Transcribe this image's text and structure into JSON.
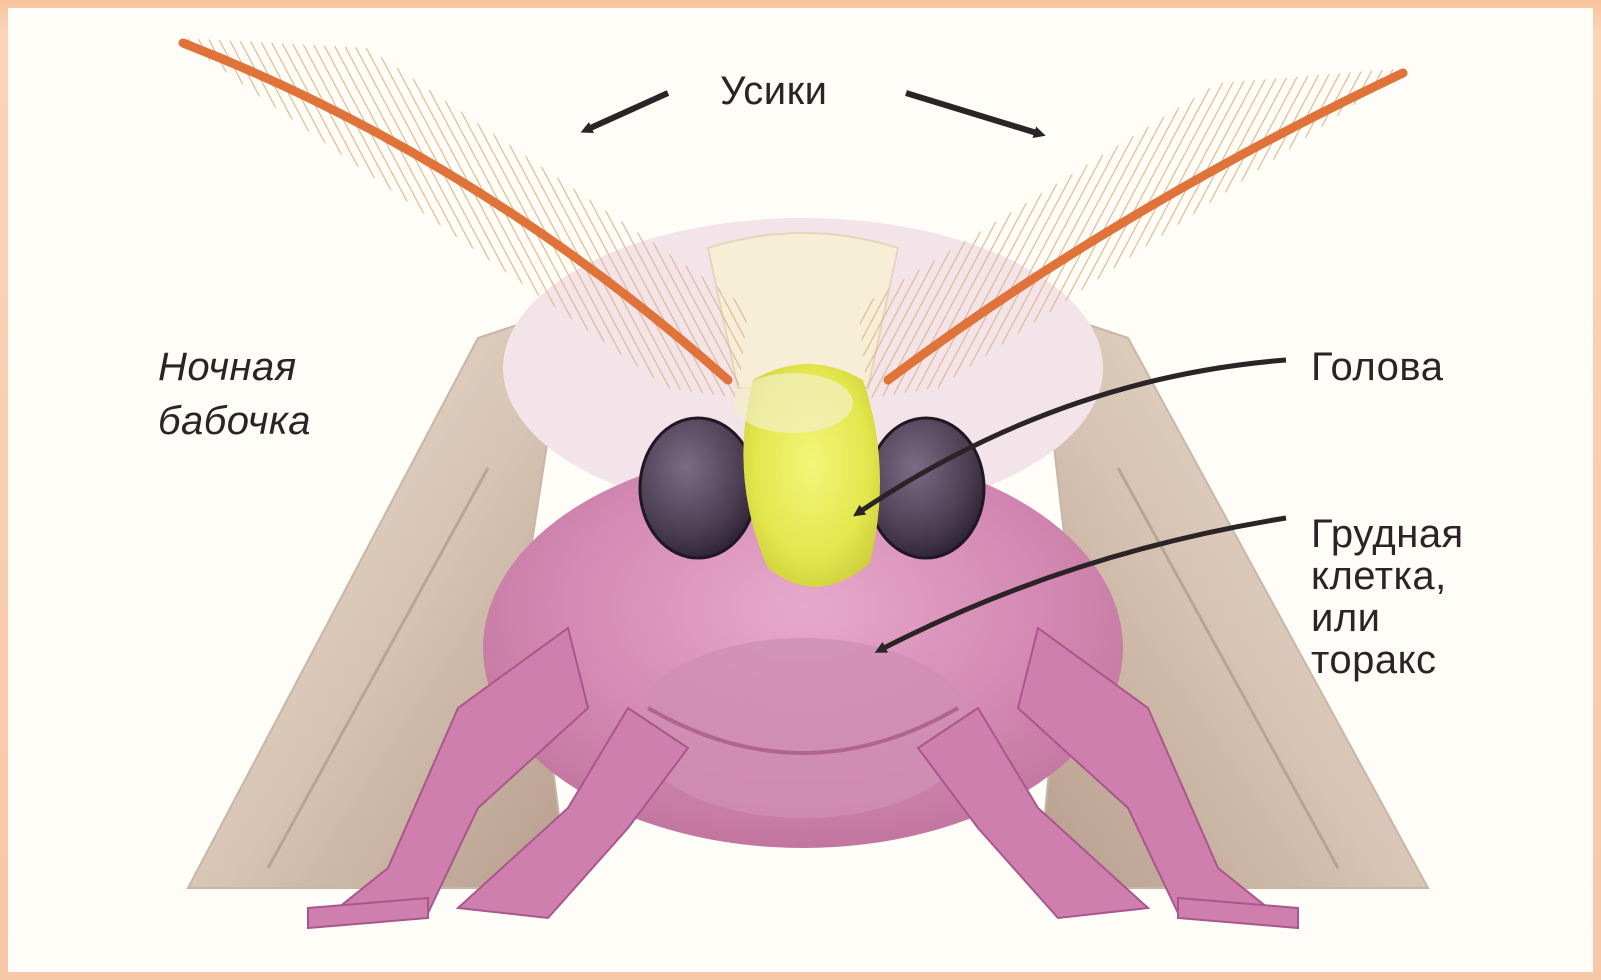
{
  "diagram": {
    "labels": {
      "antennae": "Усики",
      "moth_line1": "Ночная",
      "moth_line2": "бабочка",
      "head": "Голова",
      "thorax_line1": "Грудная",
      "thorax_line2": "клетка,",
      "thorax_line3": "или",
      "thorax_line4": "торакс"
    },
    "colors": {
      "frame": "#f6c8a7",
      "background": "#fffdf8",
      "antenna_shaft": "#e0733a",
      "antenna_comb": "#e6b98c",
      "head": "#eaee5a",
      "eye": "#55455a",
      "body": "#d48ab4",
      "wing": "#e9dfd2",
      "arrow": "#2a2426"
    }
  }
}
